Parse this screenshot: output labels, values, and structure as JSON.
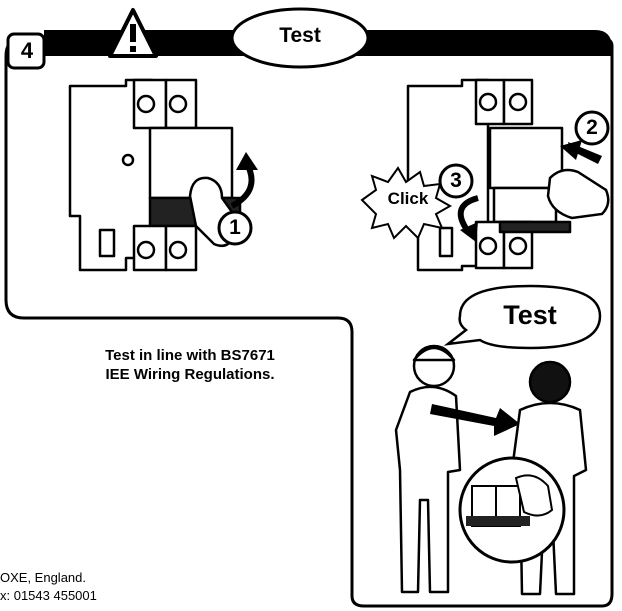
{
  "step": {
    "number": "4",
    "title": "Test"
  },
  "callouts": {
    "one": "1",
    "two": "2",
    "three": "3",
    "click": "Click"
  },
  "speech_bubble": {
    "text": "Test"
  },
  "note": {
    "line1": "Test in line with BS7671",
    "line2": "IEE Wiring Regulations."
  },
  "footer": {
    "line1": "OXE, England.",
    "line2": "x: 01543 455001"
  },
  "icons": [
    "warning-triangle-icon",
    "curved-arrow-icon",
    "push-arrow-icon",
    "hand-icon",
    "person-icon"
  ],
  "colors": {
    "ink": "#000000",
    "paper": "#ffffff"
  }
}
